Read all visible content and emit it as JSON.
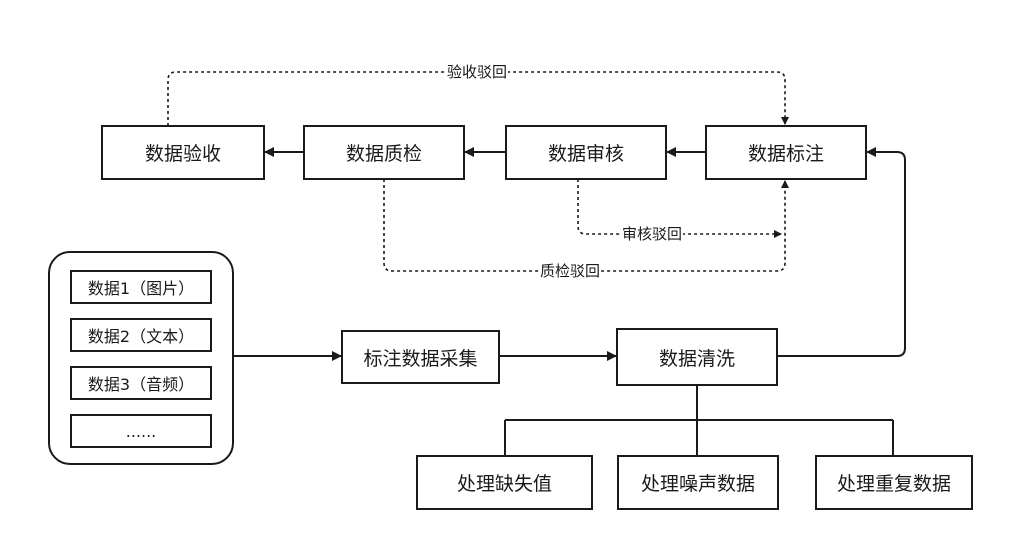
{
  "nodes": {
    "acceptance": "数据验收",
    "quality_check": "数据质检",
    "review": "数据审核",
    "annotation": "数据标注",
    "collection": "标注数据采集",
    "cleaning": "数据清洗",
    "missing_values": "处理缺失值",
    "noise": "处理噪声数据",
    "duplicates": "处理重复数据"
  },
  "sources": [
    "数据1（图片）",
    "数据2（文本）",
    "数据3（音频）",
    "......"
  ],
  "edge_labels": {
    "acceptance_reject": "验收驳回",
    "review_reject": "审核驳回",
    "quality_reject": "质检驳回"
  }
}
